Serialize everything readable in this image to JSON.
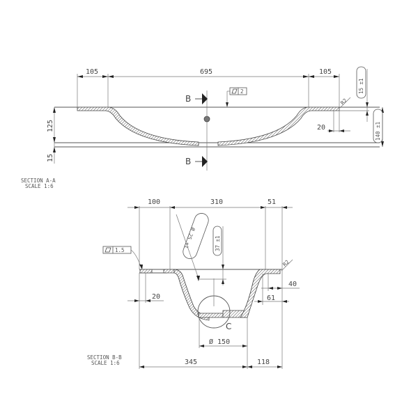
{
  "section_aa": {
    "title": "SECTION A-A",
    "scale": "SCALE 1:6",
    "dims": {
      "left_rim": "105",
      "bowl_width": "695",
      "right_rim": "105",
      "height_125": "125",
      "base_15": "15",
      "top_tol": "15 ±1",
      "total_height": "140 ±1",
      "offset_20": "20",
      "radius": "R2",
      "flatness_value": "2"
    },
    "section_marker": "B"
  },
  "section_bb": {
    "title": "SECTION B-B",
    "scale": "SCALE 1:6",
    "dims": {
      "left_rim": "100",
      "center_width": "310",
      "right_rim": "51",
      "hole_dia": "Ø 25 ±1",
      "depth": "37 ±1",
      "flatness_value": "1.5",
      "radius": "R2",
      "offset_40": "40",
      "offset_61": "61",
      "offset_20": "20",
      "drain_dia": "Ø 150",
      "left_total": "345",
      "right_total": "118",
      "detail": "C"
    }
  }
}
